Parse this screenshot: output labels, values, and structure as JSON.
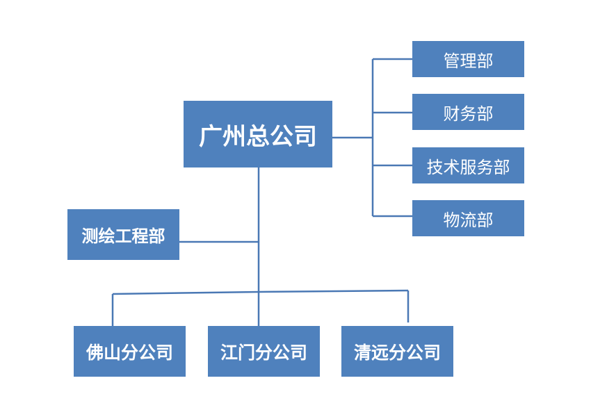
{
  "org_chart": {
    "root": "广州总公司",
    "departments": [
      "管理部",
      "财务部",
      "技术服务部",
      "物流部"
    ],
    "survey_department": "测绘工程部",
    "branches": [
      "佛山分公司",
      "江门分公司",
      "清远分公司"
    ]
  },
  "colors": {
    "box_fill": "#4f81bd",
    "connector": "#4a78b4",
    "text": "#ffffff"
  }
}
